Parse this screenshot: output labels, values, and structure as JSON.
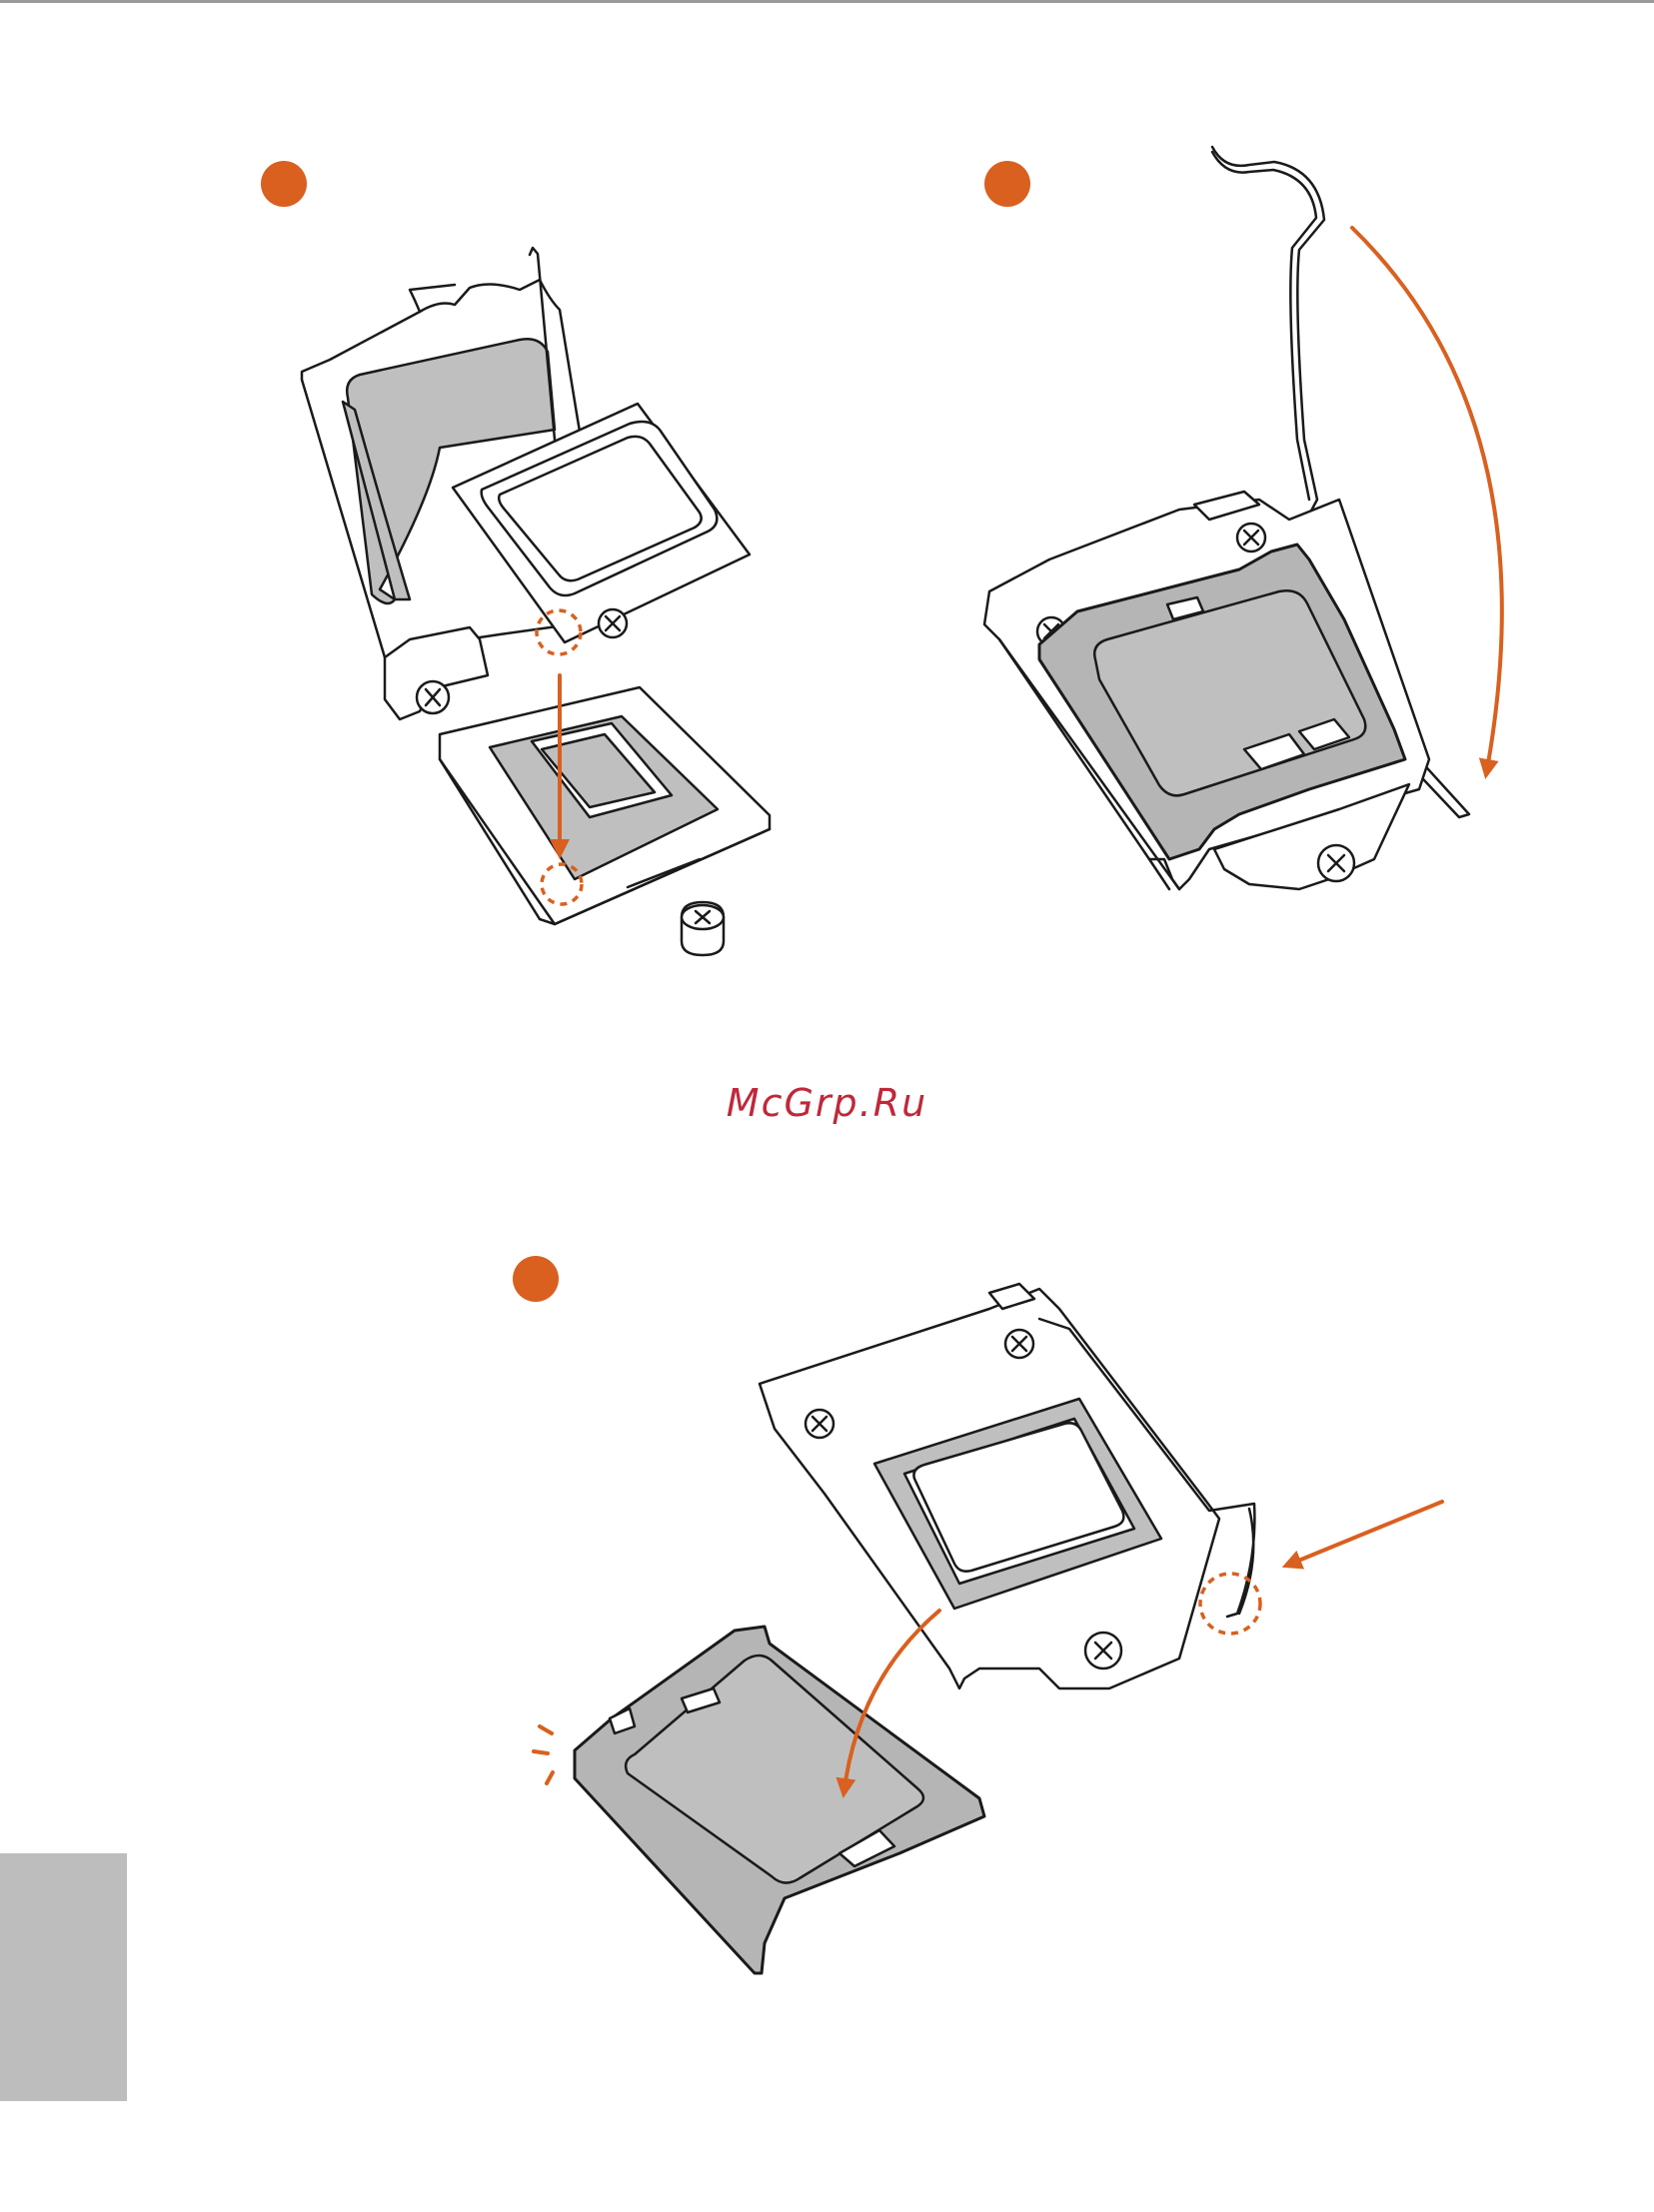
{
  "watermark": {
    "text": "McGrp.Ru"
  },
  "colors": {
    "accent": "#d9601f",
    "watermark": "#c0283a",
    "part_gray": "#bfbfbf",
    "side_tab": "#bdbdbd"
  },
  "steps": [
    {
      "marker": "orange-dot",
      "depicts": "cpu-insertion"
    },
    {
      "marker": "orange-dot",
      "depicts": "lever-close"
    },
    {
      "marker": "orange-dot",
      "depicts": "pnp-cap-removal"
    }
  ]
}
